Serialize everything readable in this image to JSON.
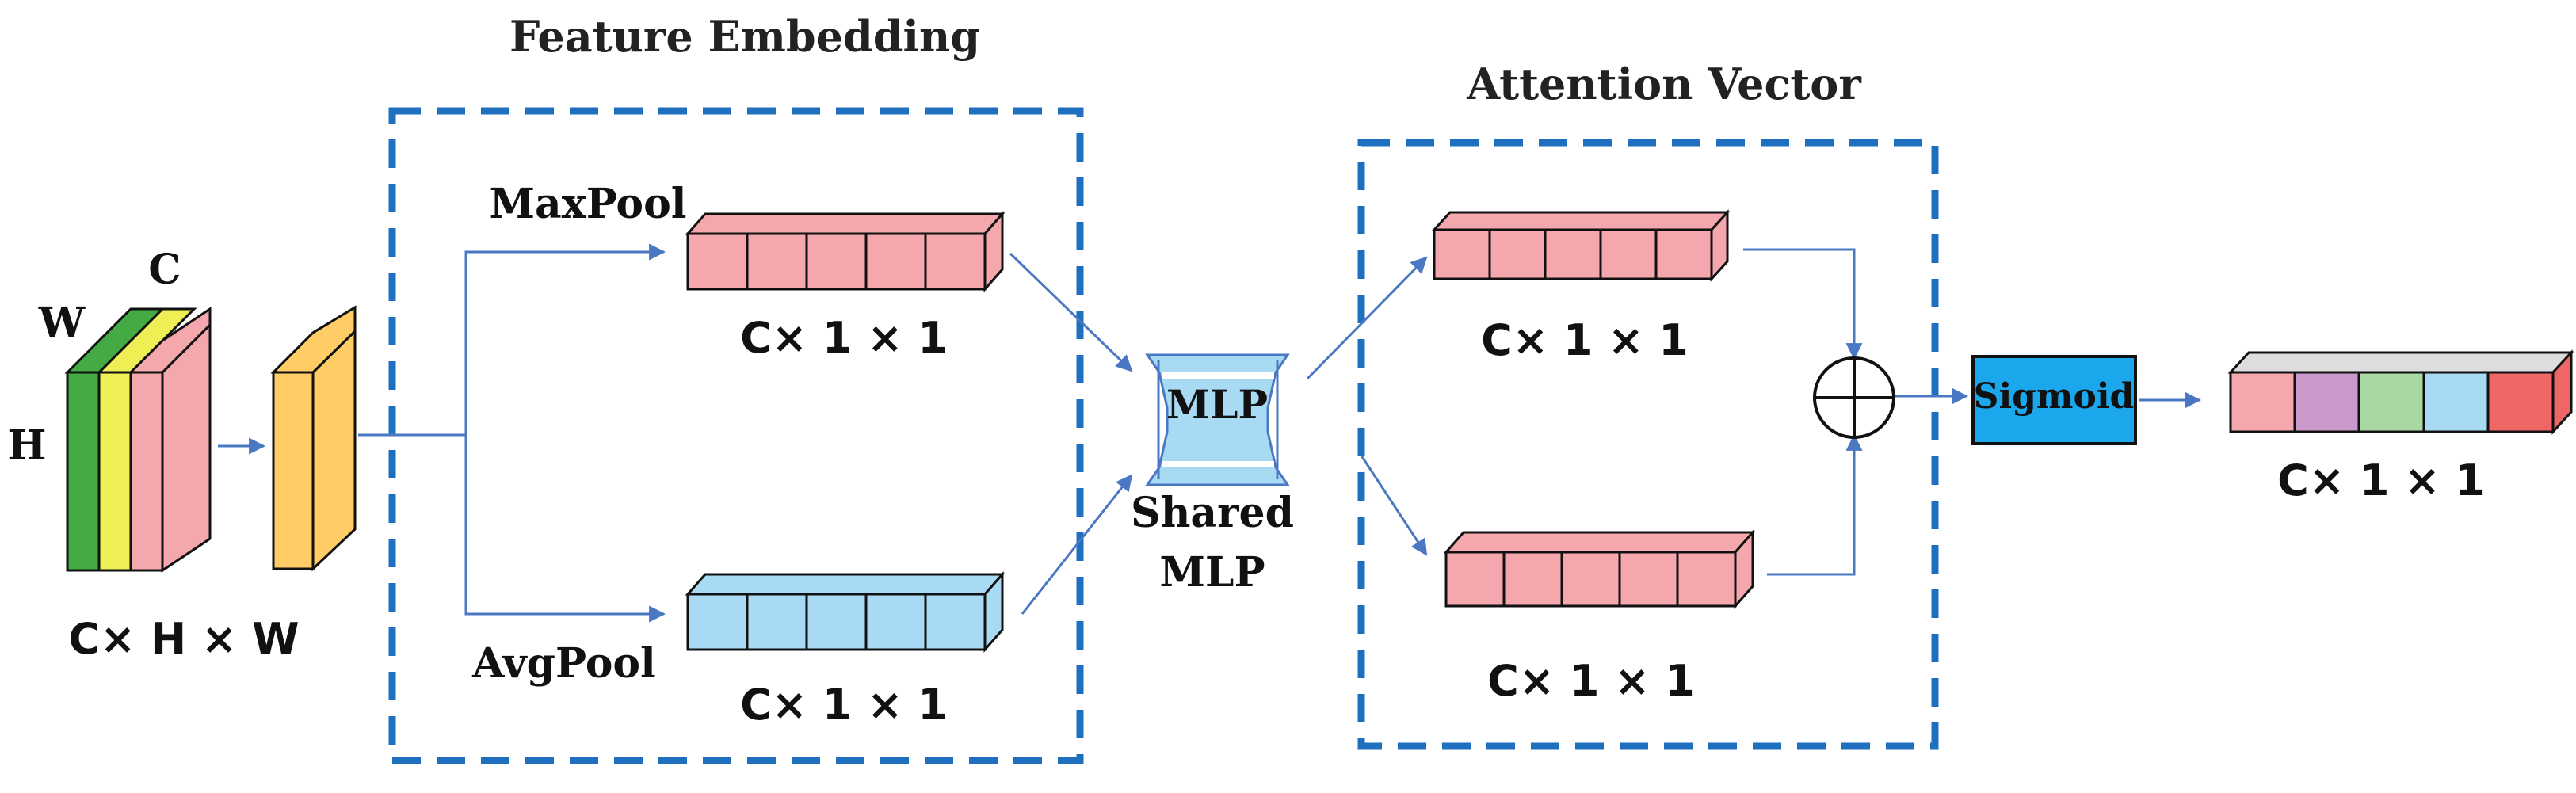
{
  "titles": {
    "feature_embedding": "Feature Embedding",
    "attention_vector": "Attention Vector"
  },
  "input": {
    "dims": "C× H × W",
    "axis_c": "C",
    "axis_w": "W",
    "axis_h": "H"
  },
  "pooling": {
    "max_label": "MaxPool",
    "avg_label": "AvgPool",
    "max_dims": "C× 1 × 1",
    "avg_dims": "C× 1 × 1"
  },
  "mlp": {
    "label": "MLP",
    "shared_line1": "Shared",
    "shared_line2": "MLP"
  },
  "attention": {
    "top_dims": "C× 1 × 1",
    "bottom_dims": "C× 1 × 1"
  },
  "sigmoid": {
    "label": "Sigmoid"
  },
  "output": {
    "dims": "C× 1 × 1"
  },
  "colors": {
    "frame": "#1f6fbf",
    "arrow": "#4a78c2",
    "pink": "#f4a7ad",
    "blue": "#a9daf3",
    "orange": "#ffcc66",
    "green": "#44aa44",
    "yellow": "#eeee55",
    "sigmoid": "#1aa7ec",
    "output_cells": [
      "#f4a7ad",
      "#cc99cc",
      "#a9d8a3",
      "#a9daf3",
      "#ee6666"
    ]
  }
}
